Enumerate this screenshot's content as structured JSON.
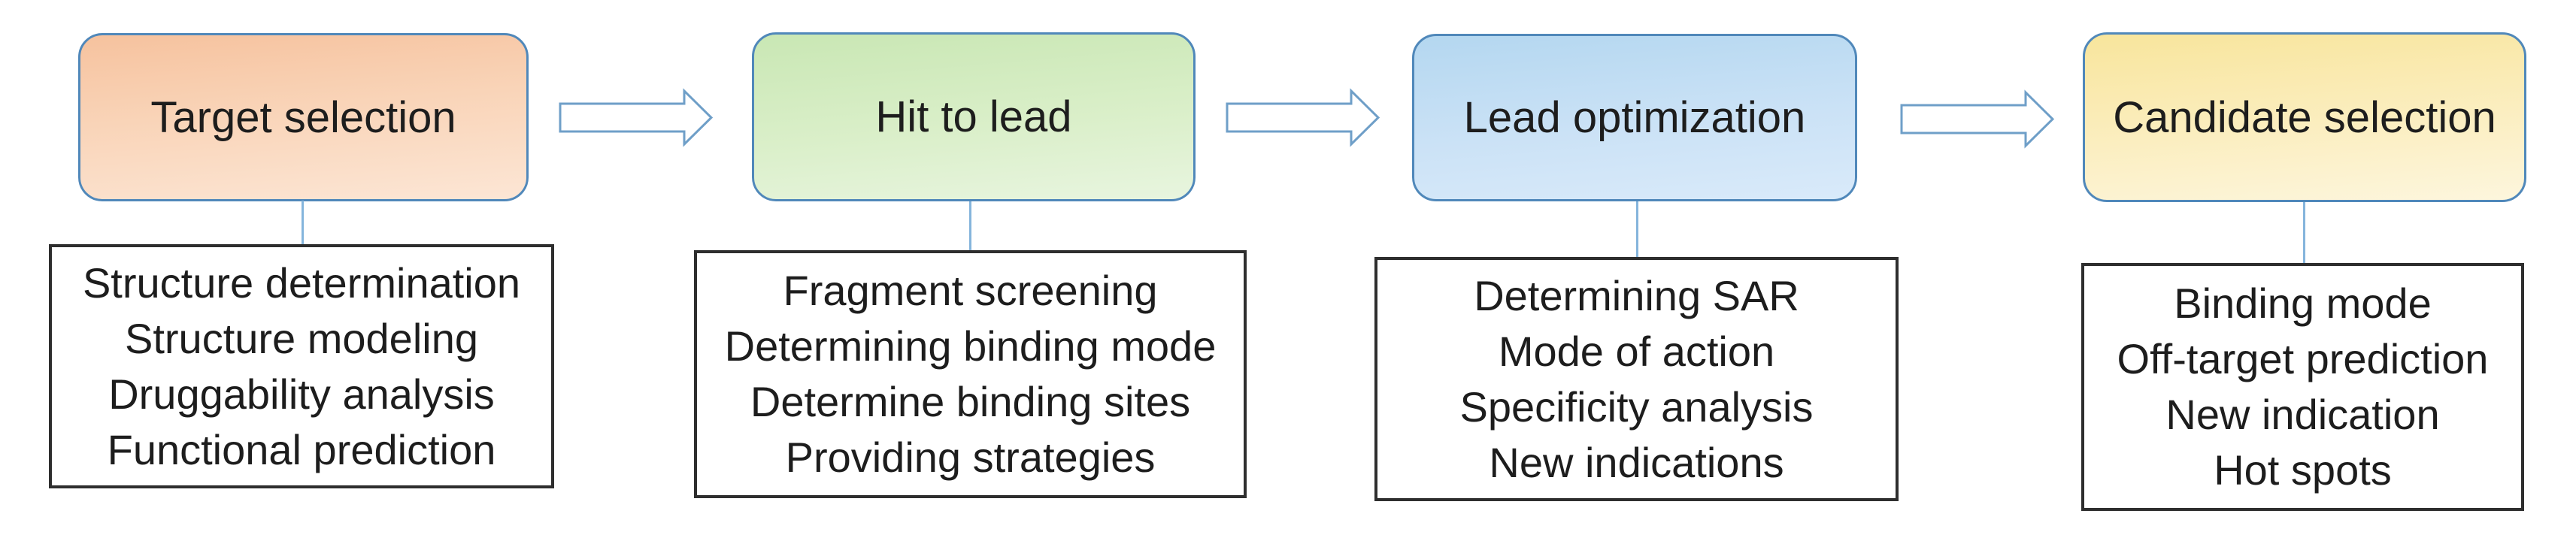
{
  "diagram": {
    "type": "flowchart",
    "stages": [
      {
        "title": "Target selection",
        "items": [
          "Structure determination",
          "Structure modeling",
          "Druggability analysis",
          "Functional prediction"
        ],
        "fill_top": "#f6c29e",
        "fill_bottom": "#fce6d5"
      },
      {
        "title": "Hit to lead",
        "items": [
          "Fragment screening",
          "Determining binding mode",
          "Determine binding sites",
          "Providing strategies"
        ],
        "fill_top": "#c9e7b4",
        "fill_bottom": "#e8f5df"
      },
      {
        "title": "Lead optimization",
        "items": [
          "Determining SAR",
          "Mode of action",
          "Specificity analysis",
          "New indications"
        ],
        "fill_top": "#b4d7f0",
        "fill_bottom": "#d9eafa"
      },
      {
        "title": "Candidate selection",
        "items": [
          "Binding mode",
          "Off-target prediction",
          "New indication",
          "Hot spots"
        ],
        "fill_top": "#f8e59c",
        "fill_bottom": "#fdf6dd"
      }
    ],
    "colors": {
      "stage_border": "#5088ba",
      "arrow_outline": "#6f9fc8",
      "connector": "#85b5dc",
      "detail_border": "#2e2e2e",
      "text": "#1d1d1d",
      "background": "#ffffff"
    }
  }
}
